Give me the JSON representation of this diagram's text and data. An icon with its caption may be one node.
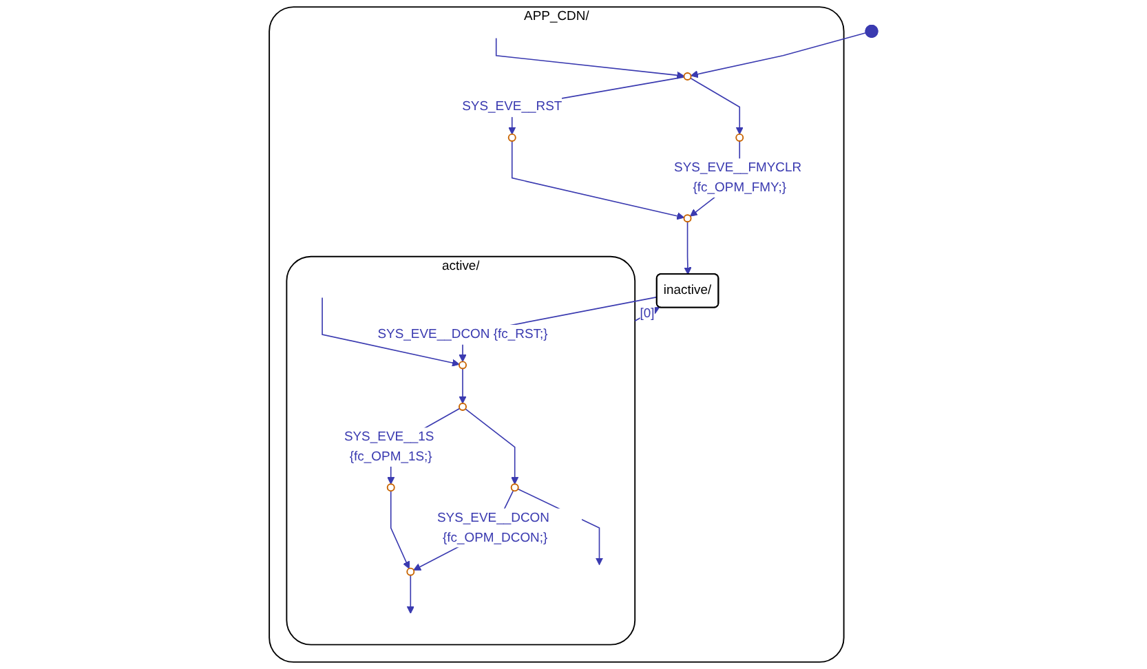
{
  "diagram": {
    "nodes": [
      {
        "text": [],
        "shape": "dot"
      },
      {
        "text": [
          "APP_CDN/"
        ]
      },
      {
        "text": [],
        "shape": "circle",
        "in": 1
      },
      {
        "text": [],
        "shape": "circle",
        "in": 1
      },
      {
        "text": [],
        "shape": "circle",
        "in": 1
      },
      {
        "text": [],
        "shape": "circle",
        "in": 1
      },
      {
        "text": [
          "active/"
        ],
        "in": 1
      },
      {
        "text": [],
        "shape": "circle",
        "in": 6
      },
      {
        "text": [
          "inactive/"
        ],
        "in": 1
      },
      {
        "text": [],
        "shape": "circle",
        "in": 6
      },
      {
        "text": [],
        "shape": "circle",
        "in": 6
      },
      {
        "text": [],
        "shape": "circle",
        "in": 6
      },
      {
        "text": [],
        "shape": "circle",
        "in": 6
      }
    ],
    "edges": [
      {
        "from": 0,
        "to": 2,
        "arrow": "to"
      },
      {
        "from": null,
        "to": 2,
        "arrow": "to"
      },
      {
        "from": 2,
        "to": 3,
        "label": "SYS_EVE__RST",
        "arrow": "to"
      },
      {
        "from": 2,
        "to": 4,
        "arrow": "to"
      },
      {
        "from": 4,
        "to": 5,
        "label": "SYS_EVE__FMYCLR {fc_OPM_FMY;}",
        "arrow": "to"
      },
      {
        "from": 3,
        "to": 5,
        "arrow": "to"
      },
      {
        "from": 5,
        "to": 8,
        "arrow": "to"
      },
      {
        "from": 8,
        "to": 7,
        "label": "SYS_EVE__DCON {fc_RST;}",
        "arrow": "to"
      },
      {
        "from": null,
        "to": 7,
        "arrow": "to"
      },
      {
        "from": 7,
        "to": 9,
        "arrow": "to"
      },
      {
        "from": 9,
        "to": 10,
        "label": "SYS_EVE__1S {fc_OPM_1S;}",
        "arrow": "to"
      },
      {
        "from": 9,
        "to": 11,
        "arrow": "to"
      },
      {
        "from": 10,
        "to": 12,
        "arrow": "to"
      },
      {
        "from": 11,
        "to": 12,
        "label": "SYS_EVE__DCON {fc_OPM_DCON;}",
        "arrow": "to"
      },
      {
        "from": 11,
        "to": null,
        "arrow": "to"
      },
      {
        "from": 12,
        "to": null,
        "arrow": "to"
      },
      {
        "from": 6,
        "to": 8,
        "label": "[0]",
        "arrow": "to"
      }
    ]
  }
}
